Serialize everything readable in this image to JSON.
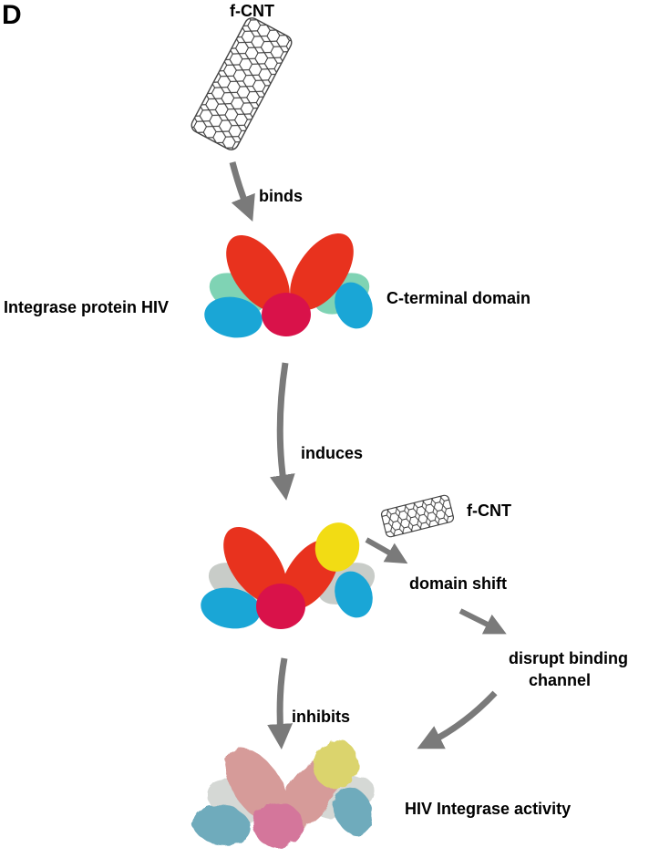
{
  "panel_letter": "D",
  "labels": {
    "fcnt_top": "f-CNT",
    "binds": "binds",
    "integrase_protein": "Integrase protein HIV",
    "c_terminal": "C-terminal domain",
    "induces": "induces",
    "fcnt_side": "f-CNT",
    "domain_shift": "domain shift",
    "disrupt_line1": "disrupt binding",
    "disrupt_line2": "channel",
    "inhibits": "inhibits",
    "integrase_activity": "HIV Integrase activity"
  },
  "colors": {
    "red": "#e8321e",
    "teal": "#7fd3b4",
    "cyan": "#1aa6d6",
    "magenta": "#d9124a",
    "grey": "#c8ccc8",
    "yellow": "#f2dc14",
    "arrow": "#7a7a7a"
  },
  "icons": [
    "carbon-nanotube-icon",
    "integrase-protein-icon",
    "arrow-icon"
  ]
}
